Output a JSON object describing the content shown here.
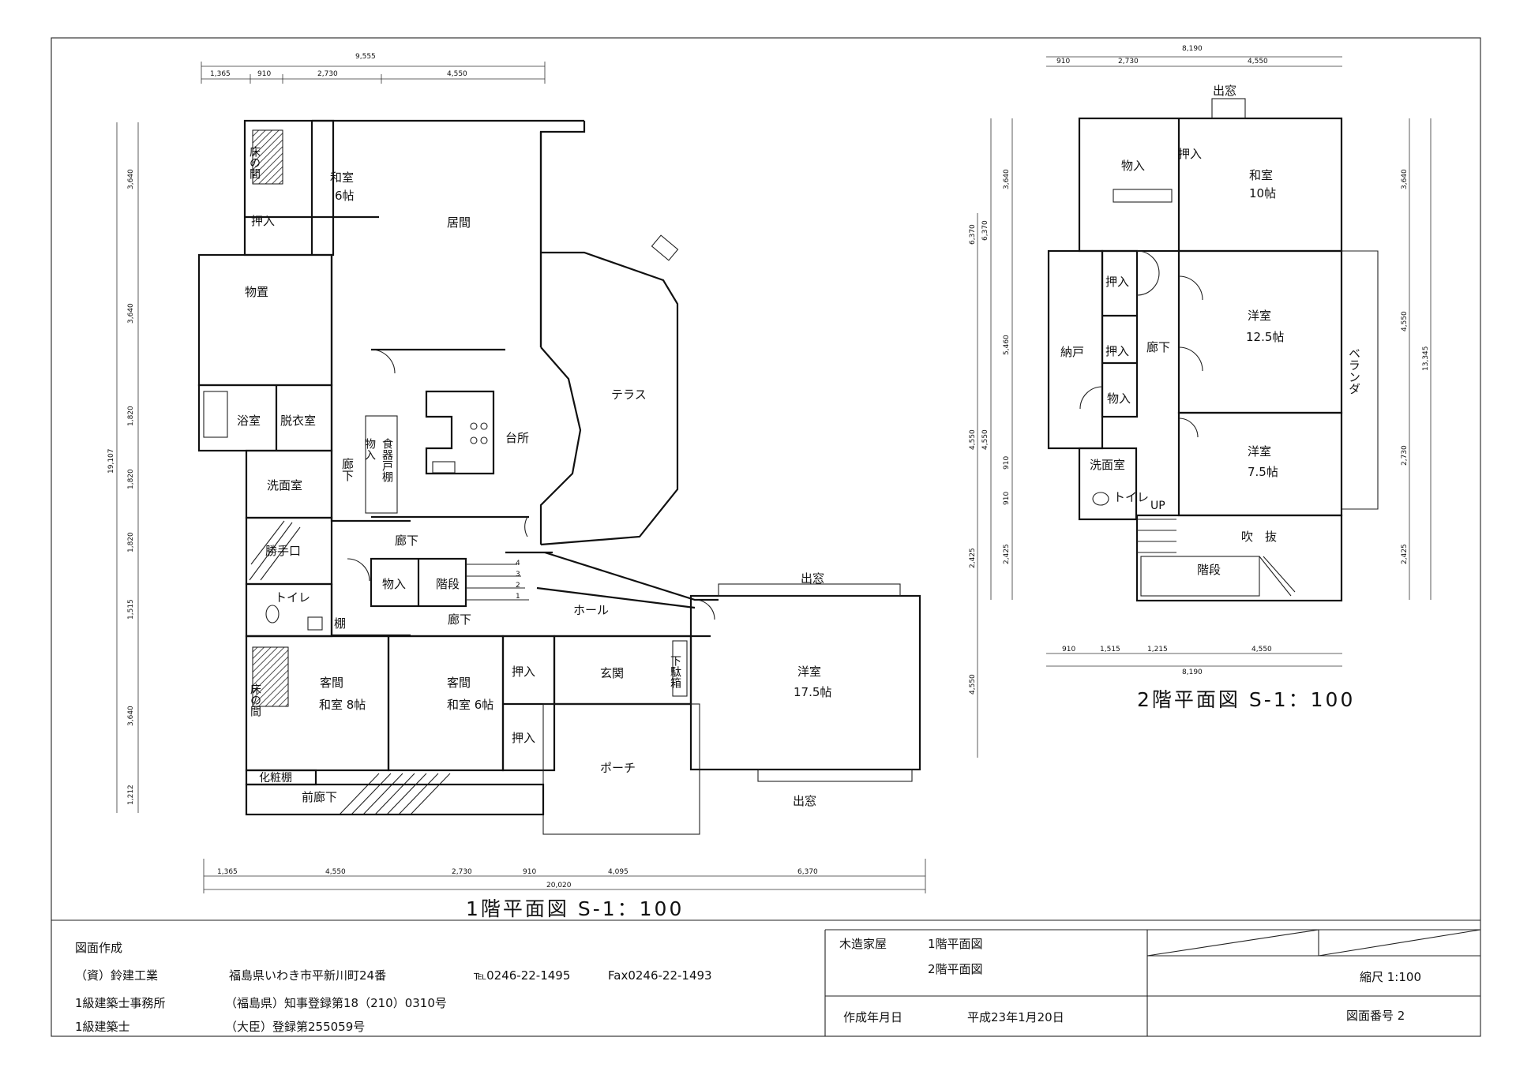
{
  "floor1": {
    "title": "1階平面図 S-1：100",
    "rooms": {
      "tokonoma_a": "床の間",
      "washitsu6_a": "和室",
      "washitsu6_b": "6帖",
      "oshiire_a": "押入",
      "living": "居間",
      "storage": "物置",
      "bath": "浴室",
      "dressing": "脱衣室",
      "washroom": "洗面室",
      "service_entry": "勝手口",
      "toilet": "トイレ",
      "shelf": "棚",
      "kitchen": "台所",
      "terrace": "テラス",
      "corridor_a": "廊下",
      "storage_b": "物入",
      "pantry": "食器戸棚",
      "corridor_b": "廊下",
      "storage_c": "物入",
      "stairs": "階段",
      "corridor_c": "廊下",
      "hall": "ホール",
      "bay_top": "出窓",
      "guest8_a": "客間",
      "guest8_b": "和室 8帖",
      "tokonoma_b": "床の間",
      "guest6_a": "客間",
      "guest6_b": "和室 6帖",
      "oshiire_b": "押入",
      "oshiire_c": "押入",
      "entrance": "玄関",
      "shoe_box": "下駄箱",
      "western_a": "洋室",
      "western_b": "17.5帖",
      "porch": "ポーチ",
      "decor_shelf": "化粧棚",
      "front_corridor": "前廊下",
      "bay_bottom": "出窓",
      "step_numbers": [
        "4",
        "3",
        "2",
        "1"
      ]
    },
    "dims": {
      "top_total": "9,555",
      "top": [
        "1,365",
        "910",
        "2,730",
        "4,550"
      ],
      "left_total": "19,107",
      "left": [
        "3,640",
        "3,640",
        "1,820",
        "1,820",
        "1,820",
        "1,515",
        "3,640",
        "1,212"
      ],
      "right": [
        "6,370",
        "4,550",
        "2,425",
        "4,550"
      ],
      "bottom": [
        "1,365",
        "4,550",
        "2,730",
        "910",
        "4,095",
        "6,370"
      ],
      "bottom_total": "20,020"
    }
  },
  "floor2": {
    "title": "2階平面図 S-1：100",
    "rooms": {
      "bay": "出窓",
      "storage": "物入",
      "oshiire_a": "押入",
      "washitsu_a": "和室",
      "washitsu_b": "10帖",
      "oshiire_b": "押入",
      "closet": "納戸",
      "oshiire_c": "押入",
      "corridor": "廊下",
      "storage_b": "物入",
      "western1_a": "洋室",
      "western1_b": "12.5帖",
      "veranda": "ベランダ",
      "western2_a": "洋室",
      "western2_b": "7.5帖",
      "washroom": "洗面室",
      "toilet": "トイレ",
      "up": "UP",
      "void": "吹　抜",
      "stairs": "階段"
    },
    "dims": {
      "top_total": "8,190",
      "top": [
        "910",
        "2,730",
        "4,550"
      ],
      "left": [
        "3,640",
        "5,460",
        "910",
        "910",
        "2,425"
      ],
      "inner_left": [
        "6,370",
        "4,550"
      ],
      "right": [
        "3,640",
        "4,550",
        "2,730",
        "2,425"
      ],
      "right_total": "13,345",
      "bottom": [
        "910",
        "1,515",
        "1,215",
        "4,550"
      ],
      "bottom_total": "8,190"
    }
  },
  "titleblock": {
    "drawing_by": "図面作成",
    "company": "（資）鈴建工業",
    "address": "福島県いわき市平新川町24番",
    "tel": "℡0246-22-1495",
    "fax": "Fax0246-22-1493",
    "office": "1級建築士事務所",
    "reg_pref": "（福島県）知事登録第18（210）0310号",
    "architect": "1級建築士",
    "reg_minister": "（大臣）登録第255059号",
    "building": "木造家屋",
    "drawing_1": "1階平面図",
    "drawing_2": "2階平面図",
    "date_label": "作成年月日",
    "date_value": "平成23年1月20日",
    "scale": "縮尺 1:100",
    "sheet_no": "図面番号 2"
  }
}
